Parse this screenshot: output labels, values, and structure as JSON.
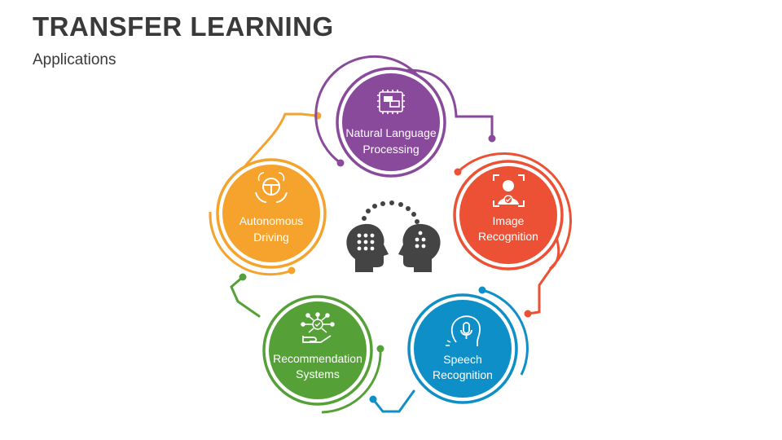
{
  "header": {
    "title": "TRANSFER LEARNING",
    "subtitle": "Applications"
  },
  "nodes": [
    {
      "key": "nlp",
      "line1": "Natural Language",
      "line2": "Processing",
      "icon": "chip-chat-icon",
      "color": "#8a4a9c"
    },
    {
      "key": "image",
      "line1": "Image",
      "line2": "Recognition",
      "icon": "face-scan-icon",
      "color": "#ec5135"
    },
    {
      "key": "speech",
      "line1": "Speech",
      "line2": "Recognition",
      "icon": "voice-head-icon",
      "color": "#0f8fc8"
    },
    {
      "key": "recommend",
      "line1": "Recommendation",
      "line2": "Systems",
      "icon": "hand-network-icon",
      "color": "#55a138"
    },
    {
      "key": "driving",
      "line1": "Autonomous",
      "line2": "Driving",
      "icon": "steering-wheel-icon",
      "color": "#f5a32c"
    }
  ],
  "center": {
    "icon": "two-heads-icon",
    "color": "#444444"
  }
}
